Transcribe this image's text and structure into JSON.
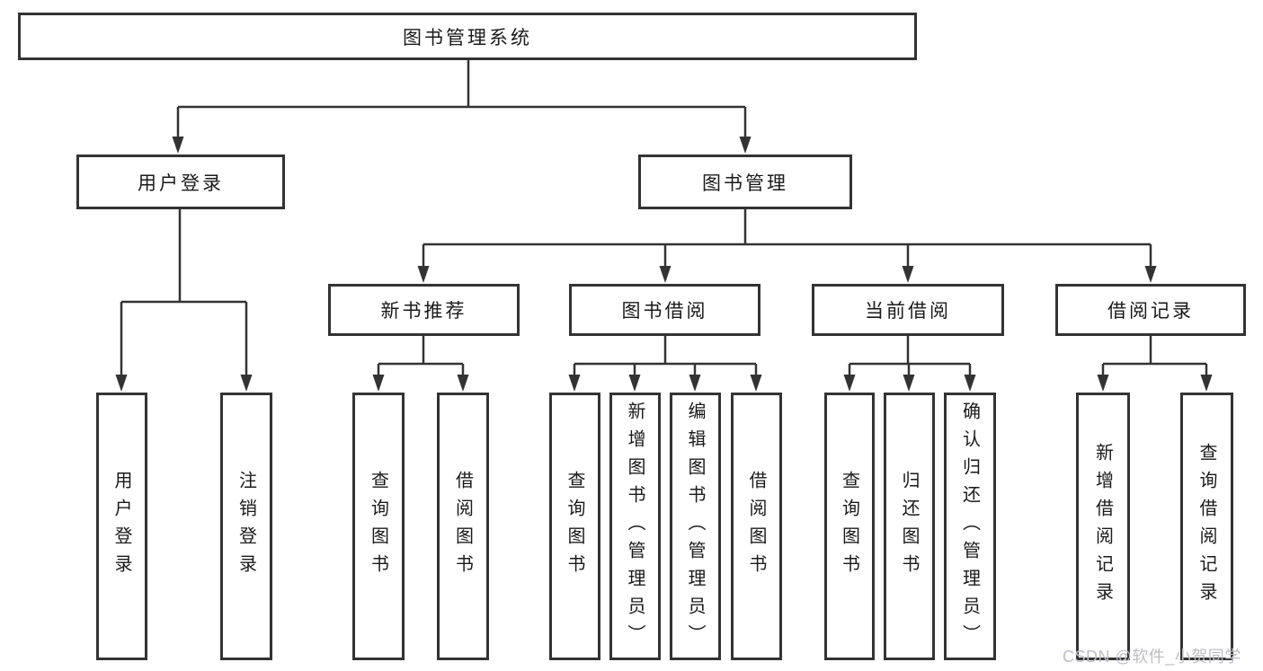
{
  "tree": {
    "root": "图书管理系统",
    "children": [
      {
        "label": "用户登录",
        "children": [
          {
            "label": "用户登录"
          },
          {
            "label": "注销登录"
          }
        ]
      },
      {
        "label": "图书管理",
        "children": [
          {
            "label": "新书推荐",
            "children": [
              {
                "label": "查询图书"
              },
              {
                "label": "借阅图书"
              }
            ]
          },
          {
            "label": "图书借阅",
            "children": [
              {
                "label": "查询图书"
              },
              {
                "label": "新增图书（管理员）"
              },
              {
                "label": "编辑图书（管理员）"
              },
              {
                "label": "借阅图书"
              }
            ]
          },
          {
            "label": "当前借阅",
            "children": [
              {
                "label": "查询图书"
              },
              {
                "label": "归还图书"
              },
              {
                "label": "确认归还（管理员）"
              }
            ]
          },
          {
            "label": "借阅记录",
            "children": [
              {
                "label": "新增借阅记录"
              },
              {
                "label": "查询借阅记录"
              }
            ]
          }
        ]
      }
    ]
  },
  "watermark": "CSDN @软件_小贺同学",
  "colors": {
    "line": "#333333",
    "text": "#1a1a1a",
    "background": "#ffffff",
    "watermark": "#bdbdc4"
  }
}
